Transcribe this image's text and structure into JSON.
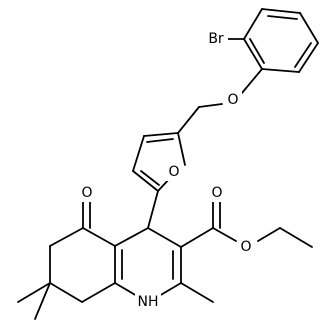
{
  "molecule": {
    "labels": {
      "br": "Br",
      "ether_o": "O",
      "furan_o": "O",
      "ketone_o": "O",
      "ester_carbonyl_o": "O",
      "ester_o": "O",
      "nh": "NH"
    }
  }
}
